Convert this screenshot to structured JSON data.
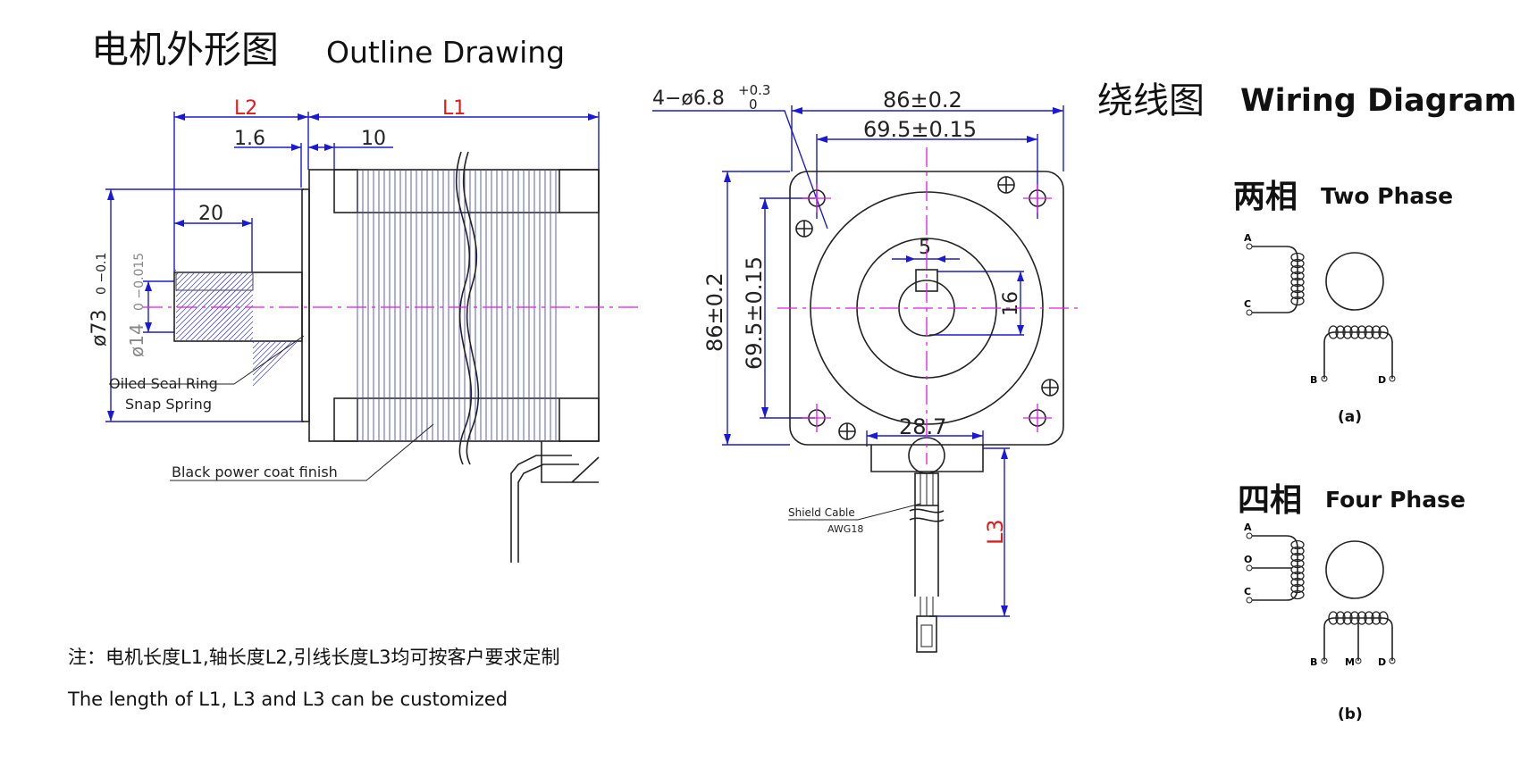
{
  "titles": {
    "outline_cn": "电机外形图",
    "outline_en": "Outline Drawing",
    "wiring_cn": "绕线图",
    "wiring_en": "Wiring Diagram",
    "two_phase_cn": "两相",
    "two_phase_en": "Two Phase",
    "four_phase_cn": "四相",
    "four_phase_en": "Four Phase",
    "caption_a": "(a)",
    "caption_b": "(b)"
  },
  "side_view": {
    "dim_L2": "L2",
    "dim_L1": "L1",
    "dim_1_6": "1.6",
    "dim_10": "10",
    "dim_20": "20",
    "dim_phi73": "ø73",
    "tol_phi73": "0 −0.1",
    "dim_phi14": "ø14",
    "tol_phi14": "0 −0.015",
    "label_oiled_seal": "Oiled Seal Ring",
    "label_snap_spring": "Snap Spring",
    "label_finish": "Black power coat finish"
  },
  "front_view": {
    "dim_holes": "4−ø6.8",
    "tol_holes_upper": "+0.3",
    "tol_holes_lower": "0",
    "dim_86_top": "86±0.2",
    "dim_69_top": "69.5±0.15",
    "dim_86_left": "86±0.2",
    "dim_69_left": "69.5±0.15",
    "dim_5": "5",
    "dim_16": "16",
    "dim_28_7": "28.7",
    "dim_L3": "L3",
    "label_shield_cable": "Shield Cable",
    "label_awg": "AWG18"
  },
  "wiring": {
    "two_phase_pins": [
      "A",
      "C",
      "B",
      "D"
    ],
    "four_phase_pins": [
      "A",
      "O",
      "C",
      "B",
      "M",
      "D"
    ]
  },
  "notes": {
    "cn": "注：电机长度L1,轴长度L2,引线长度L3均可按客户要求定制",
    "en": "The length of L1, L3 and L3 can be customized"
  },
  "colors": {
    "dimension": "#1a1ad6",
    "centerline": "#e21ae2",
    "dim_label_red": "#e21a1a",
    "outline": "#222222"
  }
}
